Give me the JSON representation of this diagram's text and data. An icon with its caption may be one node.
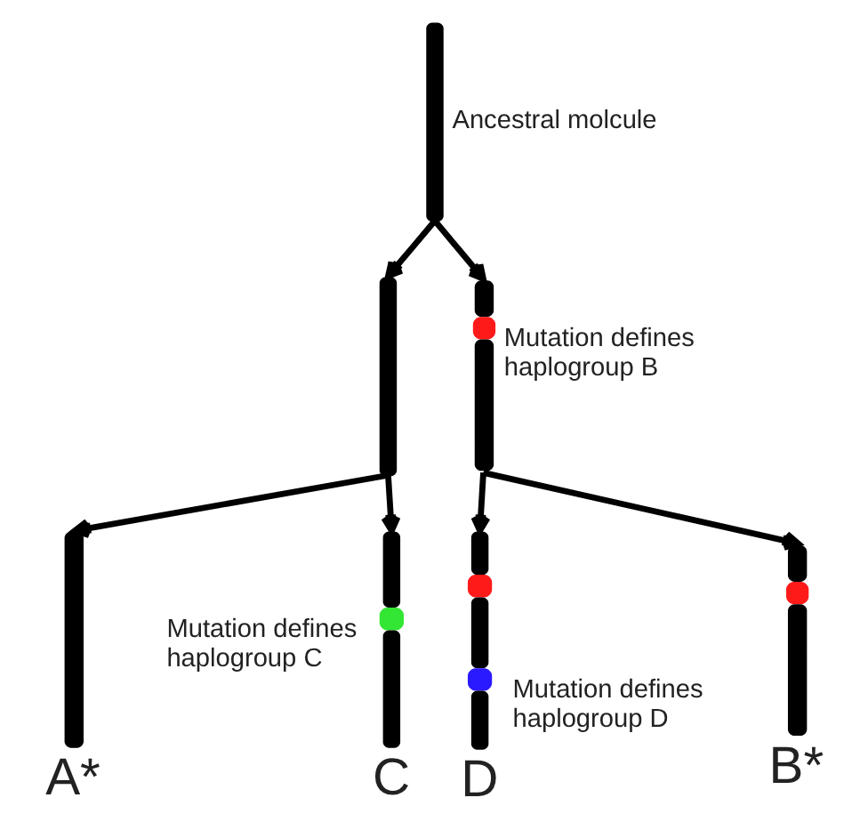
{
  "diagram": {
    "nodes": [
      {
        "text": [],
        "shape": "bar",
        "beside": [
          "Ancestral molcule"
        ]
      },
      {
        "text": [],
        "shape": "bar"
      },
      {
        "text": [],
        "shape": "bar",
        "beside": [
          "Mutation defines haplogroup B"
        ]
      },
      {
        "text": [],
        "shape": "bar",
        "beside": [
          "A*"
        ]
      },
      {
        "text": [],
        "shape": "bar",
        "beside": [
          "Mutation defines haplogroup C",
          "C"
        ]
      },
      {
        "text": [],
        "shape": "bar",
        "beside": [
          "Mutation defines haplogroup D",
          "D"
        ]
      },
      {
        "text": [],
        "shape": "bar",
        "beside": [
          "B*"
        ]
      }
    ],
    "edges": [
      {
        "from": 0,
        "to": 1,
        "arrow": "to"
      },
      {
        "from": 0,
        "to": 2,
        "arrow": "to"
      },
      {
        "from": 1,
        "to": 3,
        "arrow": "to"
      },
      {
        "from": 1,
        "to": 4,
        "arrow": "to"
      },
      {
        "from": 2,
        "to": 5,
        "arrow": "to"
      },
      {
        "from": 2,
        "to": 6,
        "arrow": "to"
      }
    ]
  }
}
